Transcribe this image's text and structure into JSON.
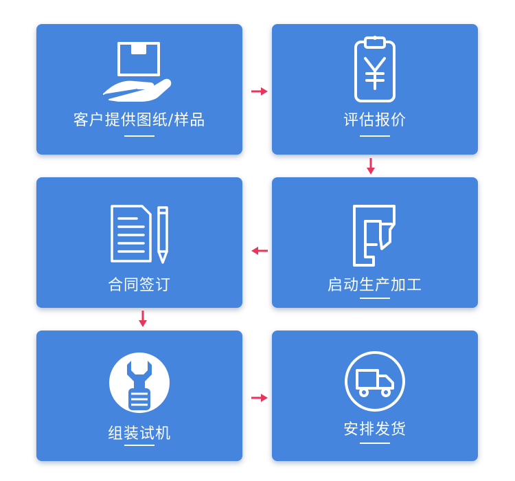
{
  "steps": [
    {
      "label": "客户提供图纸/样品",
      "icon": "hand-box-icon"
    },
    {
      "label": "评估报价",
      "icon": "clipboard-yen-icon"
    },
    {
      "label": "合同签订",
      "icon": "document-pen-icon"
    },
    {
      "label": "启动生产加工",
      "icon": "glue-gun-icon"
    },
    {
      "label": "组装试机",
      "icon": "wrench-fist-icon"
    },
    {
      "label": "安排发货",
      "icon": "delivery-truck-icon"
    }
  ],
  "colors": {
    "card": "#4585dd",
    "arrow": "#e7355c",
    "icon": "#ffffff"
  }
}
